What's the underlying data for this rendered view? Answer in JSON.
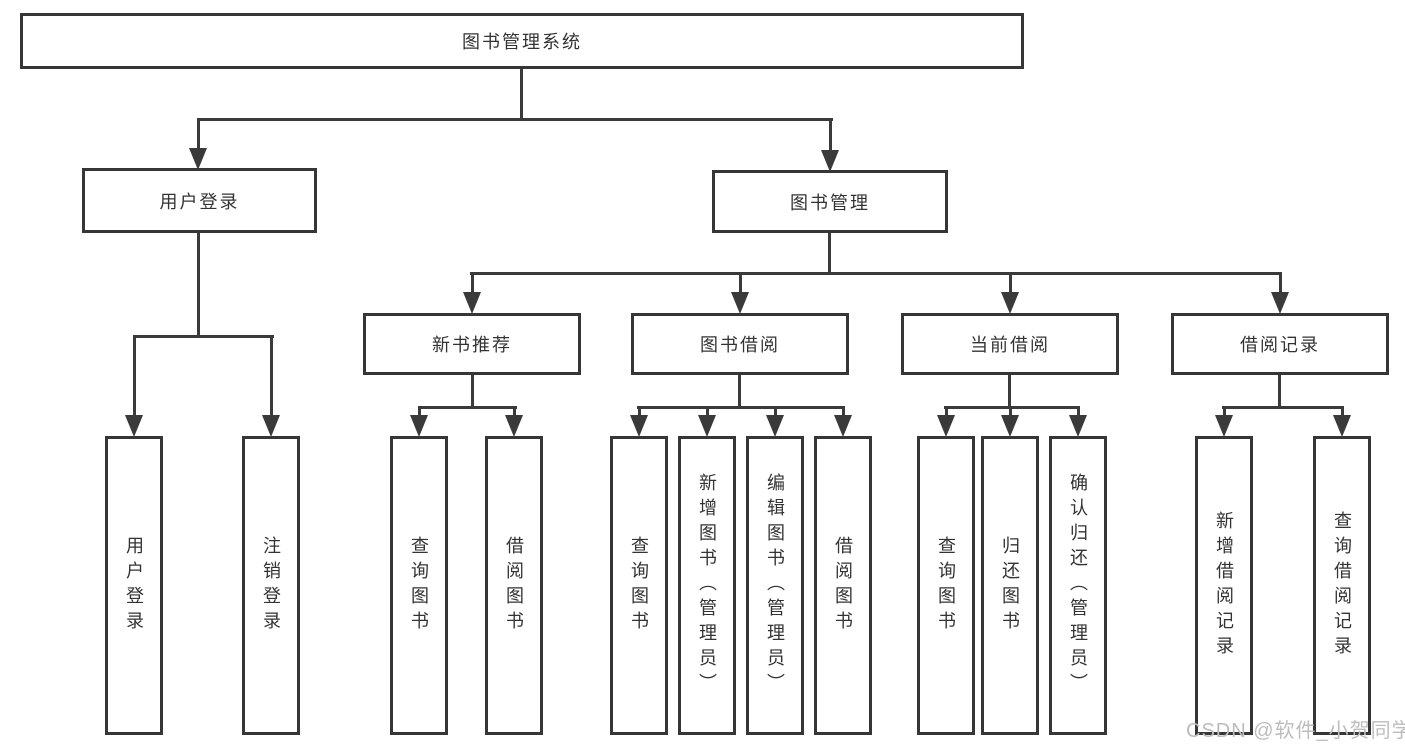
{
  "colors": {
    "line": "#3a3a3a",
    "box_border": "#363636",
    "text": "#333333",
    "watermark": "#bdbdbd",
    "background": "#ffffff"
  },
  "watermark": "CSDN @软件_小贺同学",
  "tree": {
    "root": "图书管理系统",
    "login": {
      "label": "用户登录",
      "children": [
        {
          "label": "用户登录"
        },
        {
          "label": "注销登录"
        }
      ]
    },
    "management": {
      "label": "图书管理",
      "groups": [
        {
          "label": "新书推荐",
          "children": [
            {
              "label": "查询图书"
            },
            {
              "label": "借阅图书"
            }
          ]
        },
        {
          "label": "图书借阅",
          "children": [
            {
              "label": "查询图书"
            },
            {
              "label": "新增图书（管理员）"
            },
            {
              "label": "编辑图书（管理员）"
            },
            {
              "label": "借阅图书"
            }
          ]
        },
        {
          "label": "当前借阅",
          "children": [
            {
              "label": "查询图书"
            },
            {
              "label": "归还图书"
            },
            {
              "label": "确认归还（管理员）"
            }
          ]
        },
        {
          "label": "借阅记录",
          "children": [
            {
              "label": "新增借阅记录"
            },
            {
              "label": "查询借阅记录"
            }
          ]
        }
      ]
    }
  }
}
